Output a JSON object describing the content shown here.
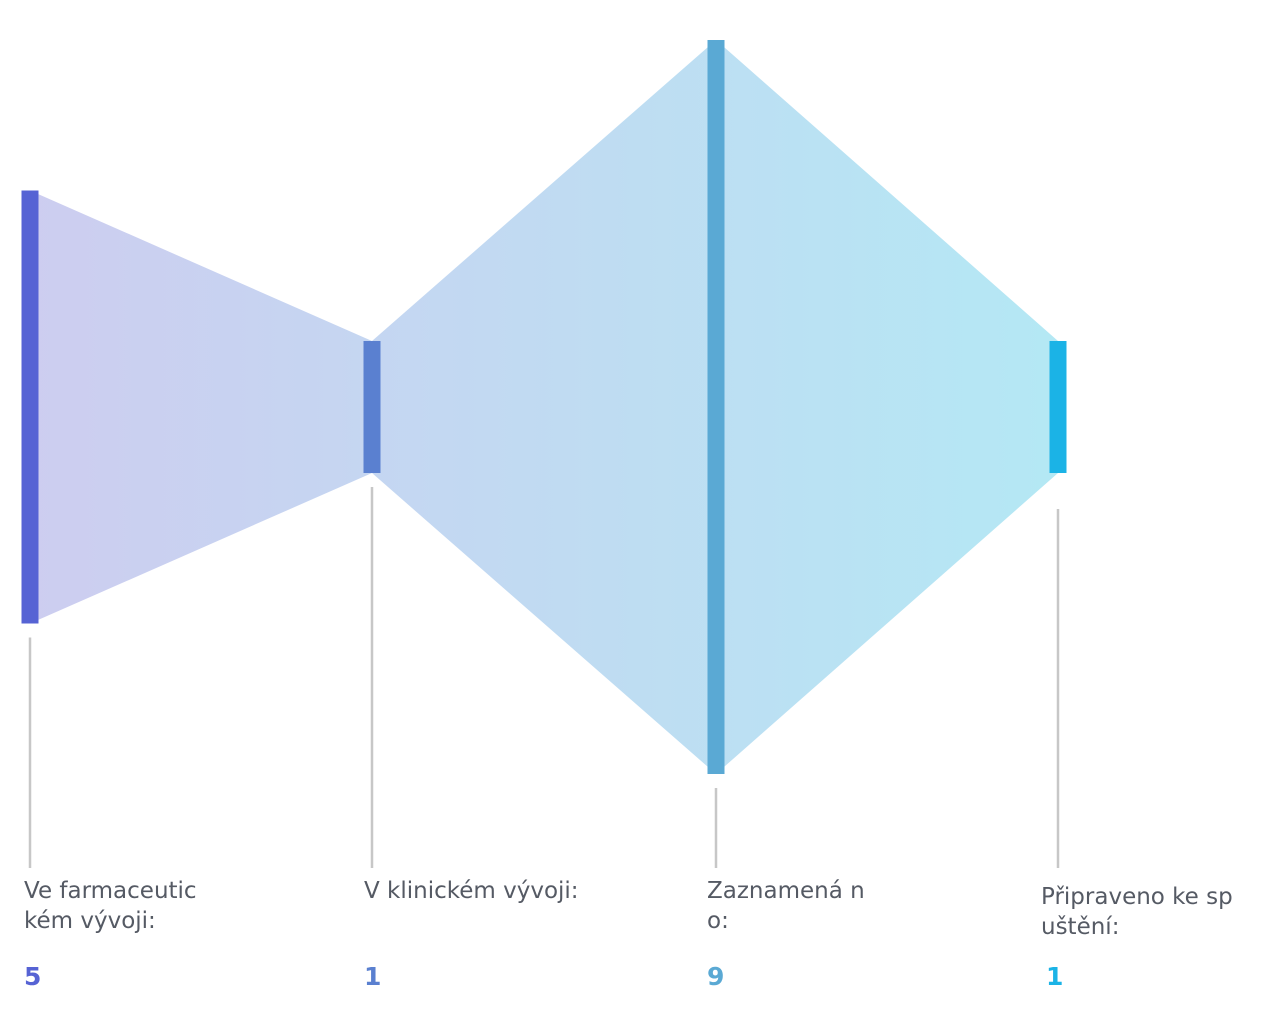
{
  "chart_data": {
    "type": "funnel",
    "stages": [
      {
        "label": "Ve farmaceutickém vývoji:",
        "value": 5,
        "display_value": "5",
        "color": "#5663d4"
      },
      {
        "label": "V klinickém vývoji:",
        "value": 1,
        "display_value": "1",
        "color": "#5a80d0"
      },
      {
        "label": "Zaznamená no:",
        "value": 9,
        "display_value": "9",
        "color": "#5aa9d4"
      },
      {
        "label": "Připraveno ke spuštění:",
        "value": 1,
        "display_value": "1",
        "color": "#1bb3e6"
      }
    ],
    "fill_gradient": [
      "#cdcdf0",
      "#b4e8f4"
    ],
    "leader_line_color": "#c7c7c7"
  }
}
